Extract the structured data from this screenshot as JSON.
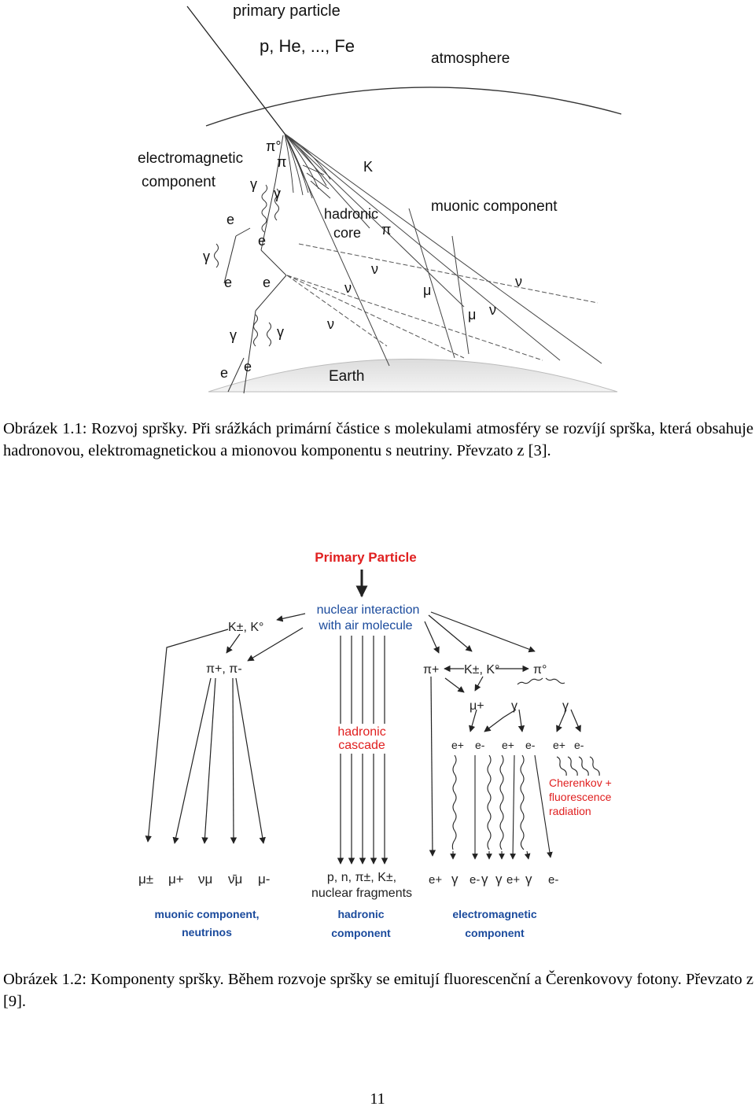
{
  "figure1": {
    "labels": {
      "primary_particle": "primary particle",
      "particles": "p, He, ..., Fe",
      "atmosphere": "atmosphere",
      "em_component_line1": "electromagnetic",
      "em_component_line2": "component",
      "hadronic_core_line1": "hadronic",
      "hadronic_core_line2": "core",
      "muonic_component": "muonic component",
      "earth": "Earth",
      "pi0": "π°",
      "pi": "π",
      "gamma": "γ",
      "electron": "e",
      "kaon": "K",
      "nu": "ν",
      "mu": "μ"
    }
  },
  "caption1": "Obrázek 1.1: Rozvoj spršky. Při srážkách primární částice s molekulami atmosféry se rozvíjí sprška, která obsahuje hadronovou, elektromagnetickou a mionovou komponentu s neutriny. Převzato z [3].",
  "figure2": {
    "primary_particle": "Primary Particle",
    "nuclear_interaction_line1": "nuclear interaction",
    "nuclear_interaction_line2": "with air molecule",
    "kaons_left": "K±, K°",
    "pions_left": "π+, π-",
    "pi_plus": "π+",
    "kaons_right": "K±, K°",
    "pi0": "π°",
    "mu_plus": "μ+",
    "gamma": "γ",
    "e_plus": "e+",
    "e_minus": "e-",
    "hadronic_cascade_line1": "hadronic",
    "hadronic_cascade_line2": "cascade",
    "cherenkov_line1": "Cherenkov +",
    "cherenkov_line2": "fluorescence",
    "cherenkov_line3": "radiation",
    "mu_pm": "μ±",
    "nu_mu": "νμ",
    "nu_mu_bar": "ν̄μ",
    "mu_minus": "μ-",
    "hadrons_line1": "p, n, π±, K±,",
    "hadrons_line2": "nuclear fragments",
    "muonic_line1": "muonic component,",
    "muonic_line2": "neutrinos",
    "hadronic_component_line1": "hadronic",
    "hadronic_component_line2": "component",
    "em_component_line1": "electromagnetic",
    "em_component_line2": "component",
    "colors": {
      "red": "#e02020",
      "blue": "#1a4a9c",
      "ink": "#222222"
    }
  },
  "caption2": "Obrázek 1.2: Komponenty spršky. Během rozvoje spršky se emitují fluorescenční a Čerenkovovy fotony. Převzato z [9].",
  "page_number": "11"
}
